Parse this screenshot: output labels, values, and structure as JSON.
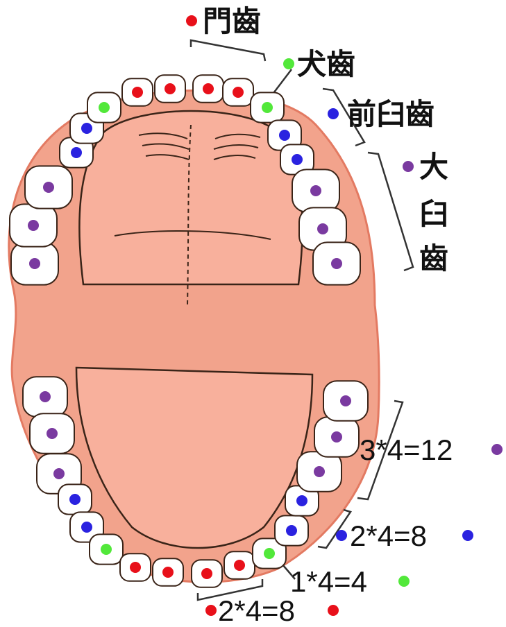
{
  "colors": {
    "incisor": "#e8101a",
    "canine": "#52e83a",
    "premolar": "#2a22e0",
    "molar": "#7a3aa0",
    "gum": "#f2a38c",
    "gum_dark": "#e37a62",
    "palate": "#f8b09c",
    "tooth": "#ffffff",
    "line": "#3a2418"
  },
  "labels": {
    "incisor": "門齒",
    "canine": "犬齒",
    "premolar": "前臼齒",
    "molar_1": "大",
    "molar_2": "臼",
    "molar_3": "齒"
  },
  "counts": {
    "molar": "3*4=12",
    "premolar": "2*4=8",
    "canine": "1*4=4",
    "incisor": "2*4=8"
  },
  "teeth": {
    "upper": [
      "molar",
      "molar",
      "molar",
      "premolar",
      "premolar",
      "canine",
      "incisor",
      "incisor",
      "incisor",
      "incisor",
      "canine",
      "premolar",
      "premolar",
      "molar",
      "molar",
      "molar"
    ],
    "lower": [
      "molar",
      "molar",
      "molar",
      "premolar",
      "premolar",
      "canine",
      "incisor",
      "incisor",
      "incisor",
      "incisor",
      "canine",
      "premolar",
      "premolar",
      "molar",
      "molar",
      "molar"
    ]
  }
}
